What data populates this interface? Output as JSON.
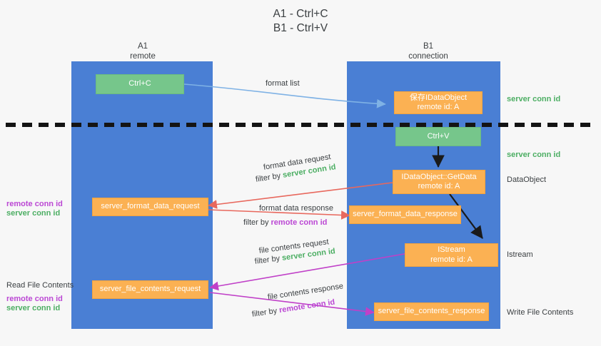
{
  "title": {
    "line1": "A1 - Ctrl+C",
    "line2": "B1 - Ctrl+V"
  },
  "columns": [
    {
      "name": "A1",
      "sub": "remote"
    },
    {
      "name": "B1",
      "sub": "connection"
    }
  ],
  "nodes": {
    "ctrl_c": {
      "label": "Ctrl+C"
    },
    "ctrl_v": {
      "label": "Ctrl+V"
    },
    "store_idataobject": {
      "line1": "保存IDataObject",
      "line2": "remote id: A"
    },
    "getdata": {
      "line1": "IDataObject::GetData",
      "line2": "remote id: A"
    },
    "istream": {
      "line1": "IStream",
      "line2": "remote id: A"
    },
    "server_format_data_request": {
      "label": "server_format_data_request"
    },
    "server_format_data_response": {
      "label": "server_format_data_response"
    },
    "server_file_contents_request": {
      "label": "server_file_contents_request"
    },
    "server_file_contents_response": {
      "label": "server_file_contents_response"
    }
  },
  "edges": {
    "format_list": {
      "label": "format list"
    },
    "format_data_request": {
      "label": "format data request"
    },
    "format_data_request_filter": {
      "prefix": "filter by ",
      "key": "server conn id"
    },
    "format_data_response": {
      "label": "format data response"
    },
    "format_data_response_filter": {
      "prefix": "filter by ",
      "key": "remote conn id"
    },
    "file_contents_request": {
      "label": "file contents request"
    },
    "file_contents_request_filter": {
      "prefix": "filter by ",
      "key": "server conn id"
    },
    "file_contents_response": {
      "label": "file contents response"
    },
    "file_contents_response_filter": {
      "prefix": "filter by ",
      "key": "remote conn id"
    }
  },
  "annotations": {
    "right_server_conn_id_top": "server conn id",
    "right_server_conn_id_mid": "server conn id",
    "right_dataobject": "DataObject",
    "right_istream": "Istream",
    "right_write_file_contents": "Write File Contents",
    "left_remote_conn_id_mid": "remote conn id",
    "left_server_conn_id_mid": "server conn id",
    "left_read_file_contents": "Read File Contents",
    "left_remote_conn_id_bottom": "remote conn id",
    "left_server_conn_id_bottom": "server conn id"
  },
  "colors": {
    "lane": "#4a7fd4",
    "orange": "#fbb153",
    "green_box": "#76c68b",
    "green_text": "#4cae63",
    "purple_text": "#bb47d4",
    "arrow_blue": "#7fb2e5",
    "arrow_red": "#e8685d",
    "arrow_magenta": "#c040c8",
    "arrow_black": "#1a1a1a",
    "divider": "#141414",
    "background": "#f7f7f7"
  }
}
